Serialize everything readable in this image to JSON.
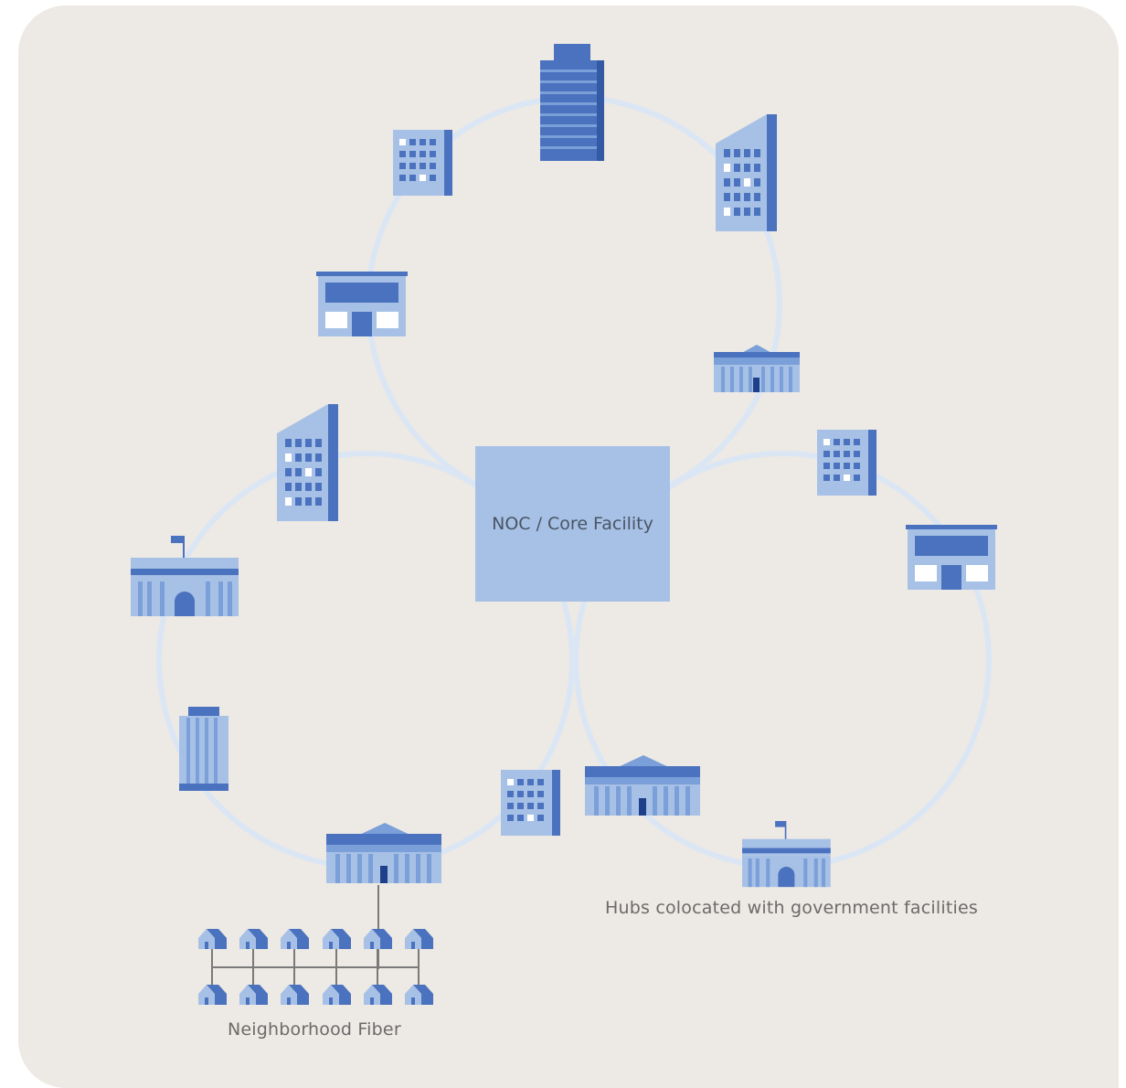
{
  "core": {
    "label": "NOC / Core Facility"
  },
  "labels": {
    "neighborhood": "Neighborhood Fiber",
    "hubs": "Hubs colocated with government facilities"
  },
  "colors": {
    "background": "#ede9e4",
    "ring": "#dbe6f5",
    "core_fill": "#a7c1e6",
    "building_light": "#a7c1e6",
    "building_mid": "#7b9fd8",
    "building_dark": "#4a72be",
    "building_deep": "#1e3f8a",
    "text": "#6b6b6b"
  },
  "icons": [
    "office-tower-icon",
    "office-building-icon",
    "storefront-icon",
    "government-building-icon",
    "capitol-building-icon",
    "house-icon",
    "core-facility-icon"
  ]
}
